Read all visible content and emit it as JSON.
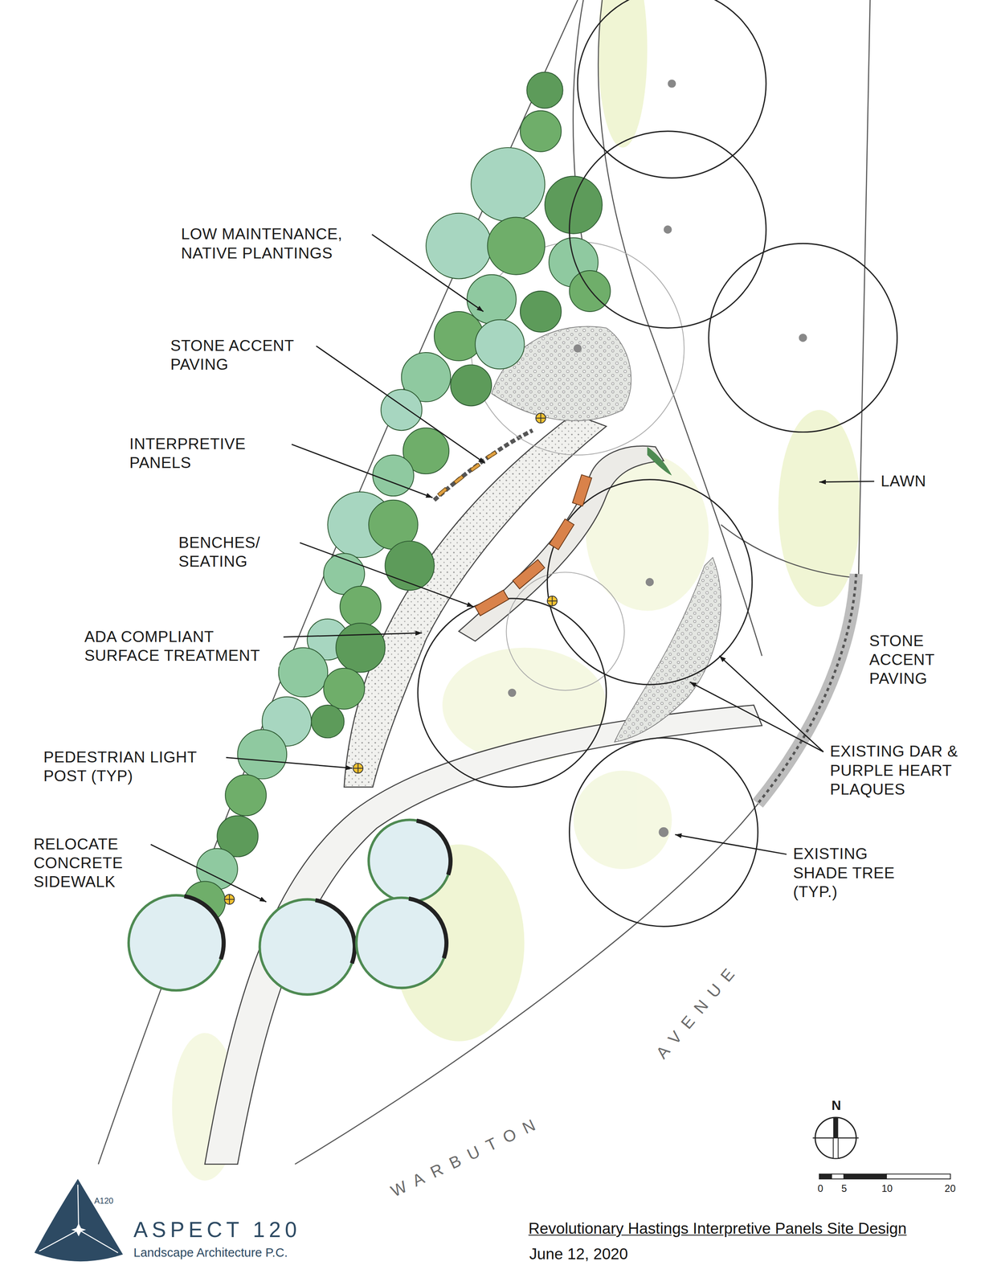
{
  "diagram": {
    "title": "Revolutionary Hastings Interpretive Panels Site Design",
    "labels": [
      "LOW MAINTENANCE, NATIVE PLANTINGS",
      "STONE ACCENT PAVING",
      "INTERPRETIVE PANELS",
      "BENCHES/ SEATING",
      "ADA COMPLIANT SURFACE TREATMENT",
      "PEDESTRIAN LIGHT POST (TYP)",
      "RELOCATE CONCRETE SIDEWALK",
      "LAWN",
      "STONE ACCENT PAVING",
      "EXISTING DAR & PURPLE HEART PLAQUES",
      "EXISTING SHADE TREE (TYP.)",
      "WARBUTON",
      "AVENUE",
      "N",
      "0",
      "5",
      "10",
      "20",
      "A120",
      "ASPECT 120",
      "Landscape Architecture P.C.",
      "June 12, 2020"
    ]
  }
}
